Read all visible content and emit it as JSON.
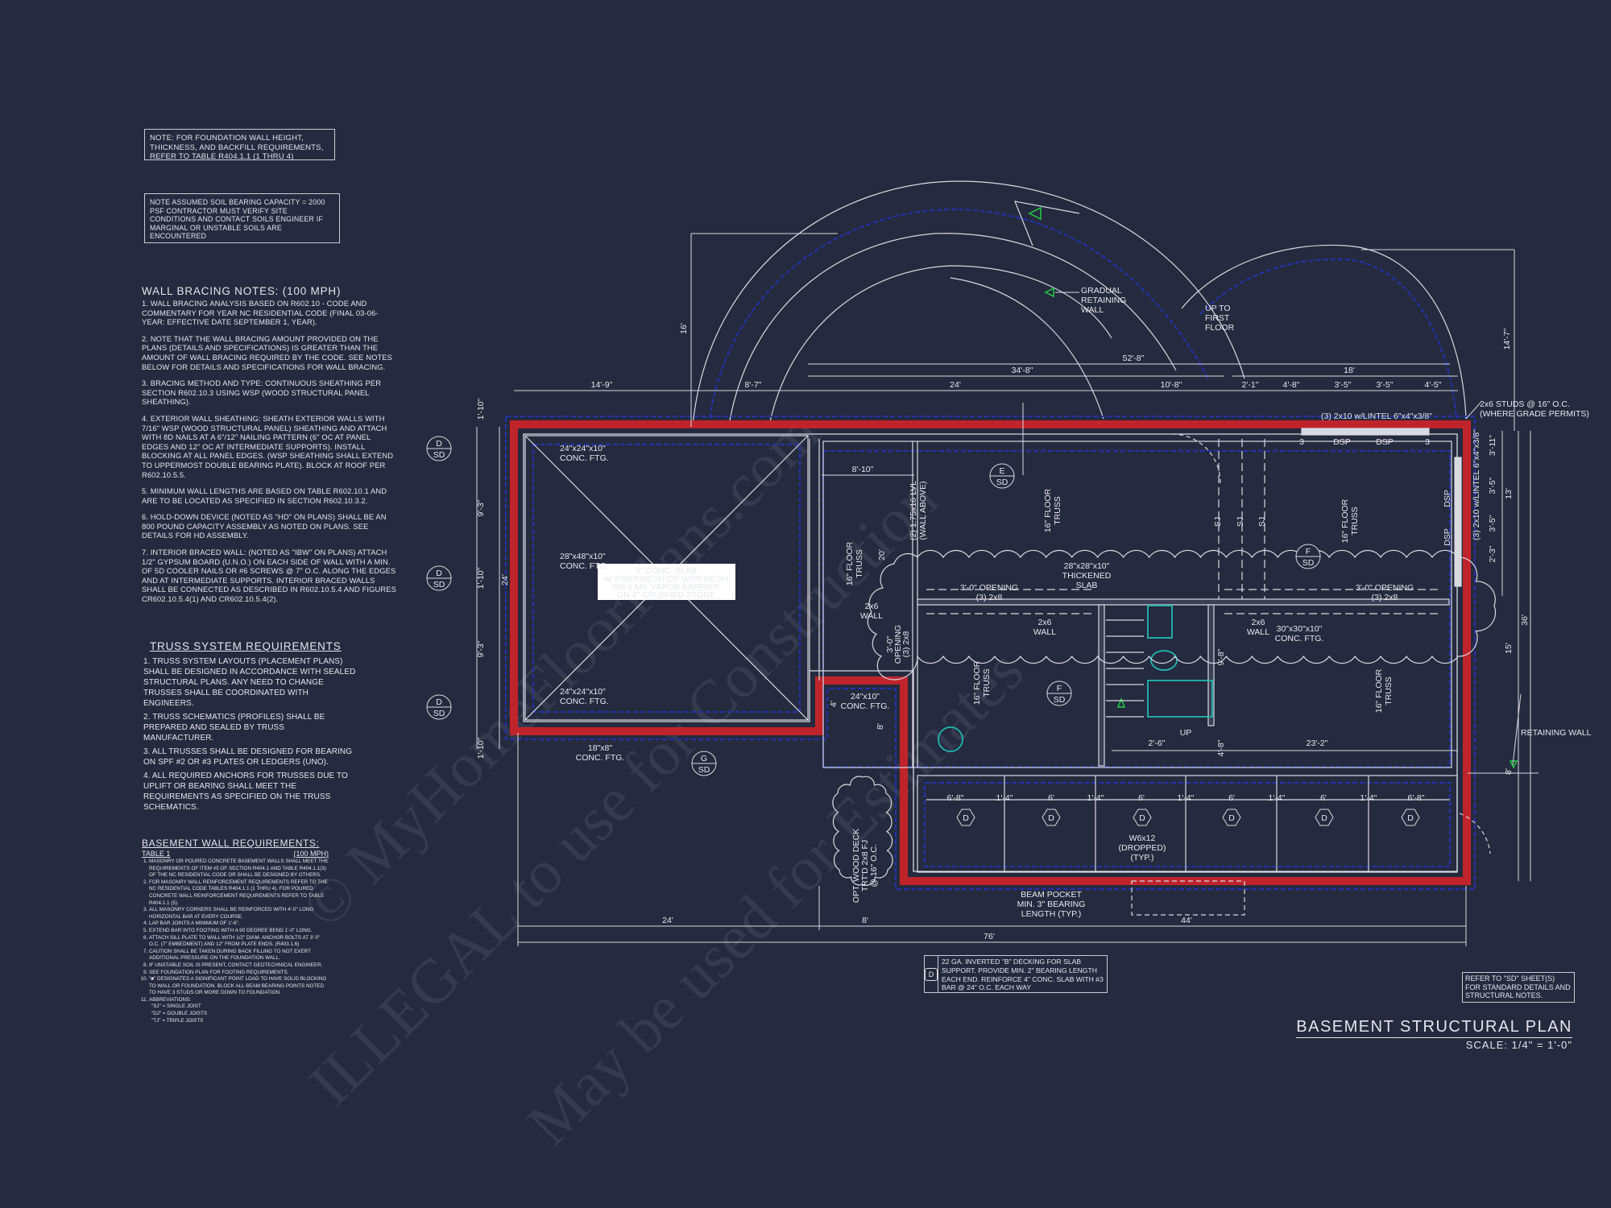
{
  "colors": {
    "background": "#252a3e",
    "walls": "#c0242b",
    "footing_outline": "#2233b0",
    "lines": "#d8dae2",
    "fixtures": "#1fb8b0",
    "arrow": "#22cc44"
  },
  "notes": {
    "foundation_note": "NOTE: FOR FOUNDATION WALL HEIGHT, THICKNESS, AND BACKFILL REQUIREMENTS, REFER TO TABLE R404.1.1 (1 THRU 4)",
    "soil_note": "NOTE ASSUMED SOIL BEARING CAPACITY = 2000 PSF CONTRACTOR MUST VERIFY SITE CONDITIONS AND CONTACT SOILS ENGINEER IF MARGINAL OR UNSTABLE SOILS ARE ENCOUNTERED",
    "wall_bracing": {
      "title": "WALL BRACING NOTES: (100 MPH)",
      "items": [
        "1. WALL BRACING ANALYSIS BASED ON R602.10 - CODE AND COMMENTARY FOR YEAR NC RESIDENTIAL CODE (FINAL 03-06-YEAR: EFFECTIVE DATE SEPTEMBER 1, YEAR).",
        "2. NOTE THAT THE WALL BRACING AMOUNT PROVIDED ON THE PLANS (DETAILS AND SPECIFICATIONS) IS GREATER THAN THE AMOUNT OF WALL BRACING REQUIRED BY THE CODE. SEE NOTES BELOW FOR DETAILS AND SPECIFICATIONS FOR WALL BRACING.",
        "3. BRACING METHOD AND TYPE: CONTINUOUS SHEATHING PER SECTION R602.10.3 USING WSP (WOOD STRUCTURAL PANEL SHEATHING).",
        "4. EXTERIOR WALL SHEATHING: SHEATH EXTERIOR WALLS WITH 7/16\" WSP (WOOD STRUCTURAL PANEL) SHEATHING AND ATTACH WITH 8d NAILS AT A 6\"/12\" NAILING PATTERN (6\" OC AT PANEL EDGES AND 12\" OC AT INTERMEDIATE SUPPORTS). INSTALL BLOCKING AT ALL PANEL EDGES. (WSP SHEATHING SHALL EXTEND TO UPPERMOST DOUBLE BEARING PLATE). BLOCK AT ROOF PER R602.10.5.5.",
        "5. MINIMUM WALL LENGTHS ARE BASED ON TABLE R602.10.1 AND ARE TO BE LOCATED AS SPECIFIED IN SECTION R602.10.3.2.",
        "6. HOLD-DOWN DEVICE (NOTED AS \"HD\" ON PLANS) SHALL BE AN 800 POUND CAPACITY ASSEMBLY AS NOTED ON PLANS. SEE DETAILS FOR HD ASSEMBLY.",
        "7. INTERIOR BRACED WALL: (NOTED AS \"IBW\" ON PLANS) ATTACH 1/2\" GYPSUM BOARD (U.N.O.) ON EACH SIDE OF WALL WITH A MIN. OF 5d COOLER NAILS OR #6 SCREWS @ 7\" O.C. ALONG THE EDGES AND AT INTERMEDIATE SUPPORTS. INTERIOR BRACED WALLS SHALL BE CONNECTED AS DESCRIBED IN R602.10.5.4 AND FIGURES CR602.10.5.4(1) AND CR602.10.5.4(2)."
      ]
    },
    "truss": {
      "title": "TRUSS SYSTEM REQUIREMENTS",
      "items": [
        "1. TRUSS SYSTEM LAYOUTS (PLACEMENT PLANS) SHALL BE DESIGNED IN ACCORDANCE WITH SEALED STRUCTURAL PLANS. ANY NEED TO CHANGE TRUSSES SHALL BE COORDINATED WITH ENGINEERS.",
        "2. TRUSS SCHEMATICS (PROFILES) SHALL BE PREPARED AND SEALED BY TRUSS MANUFACTURER.",
        "3. ALL TRUSSES SHALL BE DESIGNED FOR BEARING ON SPF #2 OR #3 PLATES OR LEDGERS (UNO).",
        "4. ALL REQUIRED ANCHORS FOR TRUSSES DUE TO UPLIFT OR BEARING SHALL MEET THE REQUIREMENTS AS SPECIFIED ON THE TRUSS SCHEMATICS."
      ]
    },
    "basement_wall": {
      "title": "BASEMENT WALL REQUIREMENTS:",
      "table_label": "TABLE 1",
      "wind": "(100 MPH)",
      "items": [
        "MASONRY OR POURED CONCRETE BASEMENT WALLS SHALL MEET THE REQUIREMENTS OF ITEM #5 OF SECTION R404.1 AND TABLE R404.1.1(3) OF THE NC RESIDENTIAL CODE OR SHALL BE DESIGNED BY OTHERS.",
        "FOR MASONRY WALL REINFORCEMENT REQUIREMENTS REFER TO THE NC RESIDENTIAL CODE TABLES R404.1.1 (1 THRU 4). FOR POURED CONCRETE WALL REINFORCEMENT REQUIREMENTS REFER TO TABLE R404.1.1 (5).",
        "ALL MASONRY CORNERS SHALL BE REINFORCED WITH 4'-0\" LONG HORIZONTAL BAR AT EVERY COURSE.",
        "LAP BAR JOINTS A MINIMUM OF 1'-6\".",
        "EXTEND BAR INTO FOOTING WITH A 90 DEGREE BEND 1'-0\" LONG.",
        "ATTACH SILL PLATE TO WALL WITH 1/2\" DIAM. ANCHOR BOLTS AT 3'-0\" O.C. (7\" EMBEDMENT) AND 12\" FROM PLATE ENDS. (R403.1.6)",
        "CAUTION SHALL BE TAKEN DURING BACK FILLING TO NOT EXERT ADDITIONAL PRESSURE ON THE FOUNDATION WALL.",
        "IF UNSTABLE SOIL IS PRESENT, CONTACT GEOTECHNICAL ENGINEER.",
        "SEE FOUNDATION PLAN FOR FOOTING REQUIREMENTS.",
        "\"■\" DESIGNATES A SIGNIFICANT POINT LOAD TO HAVE SOLID BLOCKING TO WALL OR FOUNDATION. BLOCK ALL BEAM BEARING POINTS NOTED TO HAVE 3 STUDS OR MORE DOWN TO FOUNDATION.",
        "ABBREVIATIONS:"
      ],
      "abbreviations": [
        "\"SJ\" = SINGLE JOIST",
        "\"DJ\" = DOUBLE JOISTS",
        "\"TJ\" = TRIPLE JOISTS"
      ]
    }
  },
  "plan": {
    "dims_top": [
      "14'-9\"",
      "8'-7\"",
      "24'",
      "34'-8\"",
      "52'-8\"",
      "18'",
      "10'-8\"",
      "2'-1\"",
      "4'-8\"",
      "3'-5\"",
      "3'-5\"",
      "4'-5\""
    ],
    "dims_vertical": [
      "16'",
      "14'-7\"",
      "1'-10\"",
      "9'-3\"",
      "1'-10\"",
      "9'-3\"",
      "1'-10\"",
      "24'",
      "3'-11\"",
      "3'-5\"",
      "3'-5\"",
      "2'-3\"",
      "13'",
      "15'",
      "36'",
      "8'",
      "20'",
      "4'-8\"",
      "9'-8\"",
      "4'",
      "8'"
    ],
    "dims_bottom": [
      "24'",
      "8'",
      "44'",
      "76'"
    ],
    "dims_interior": [
      "8'-10\"",
      "23'-2\"",
      "2'-6\""
    ],
    "bay_dims": [
      "6'-8\"",
      "1'-4\"",
      "6'",
      "1'-4\"",
      "6'",
      "1'-4\"",
      "6'",
      "1'-4\"",
      "6'",
      "1'-4\"",
      "6'-8\""
    ],
    "deck_symbols": [
      "D",
      "D",
      "D",
      "D",
      "D",
      "D"
    ],
    "section_marks": [
      {
        "top": "D",
        "bottom": "SD"
      },
      {
        "top": "D",
        "bottom": "SD"
      },
      {
        "top": "D",
        "bottom": "SD"
      },
      {
        "top": "E",
        "bottom": "SD"
      },
      {
        "top": "F",
        "bottom": "SD"
      },
      {
        "top": "F",
        "bottom": "SD"
      },
      {
        "top": "G",
        "bottom": "SD"
      }
    ],
    "labels": {
      "ftg_24x24_top": [
        "24\"x24\"x10\"",
        "CONC. FTG."
      ],
      "ftg_28x48": [
        "28\"x48\"x10\"",
        "CONC. FTG."
      ],
      "ftg_24x24_bottom": [
        "24\"x24\"x10\"",
        "CONC. FTG."
      ],
      "ftg_18x8": [
        "18\"x8\"",
        "CONC. FTG."
      ],
      "ftg_24x10": [
        "24\"x10\"",
        "CONC. FTG."
      ],
      "ftg_30x30": [
        "30\"x30\"x10\"",
        "CONC. FTG."
      ],
      "thickened_slab": [
        "28\"x28\"x10\"",
        "THICKENED",
        "SLAB"
      ],
      "gradual_wall": [
        "GRADUAL",
        "RETAINING",
        "WALL"
      ],
      "up_first_floor": [
        "UP TO",
        "FIRST",
        "FLOOR"
      ],
      "lintel_top": "(3) 2x10 w/LINTEL 6\"x4\"x3/8\"",
      "lintel_right": "(3) 2x10 w/LINTEL 6\"x4\"x3/8\"",
      "studs": [
        "2x6 STUDS @ 16\" O.C.",
        "(WHERE GRADE PERMITS)"
      ],
      "post_marks_top": [
        "3",
        "DSP",
        "DSP",
        "3"
      ],
      "post_marks_right": [
        "DSP",
        "DSP"
      ],
      "floor_truss": [
        "16\" FLOOR",
        "TRUSS"
      ],
      "lvl": [
        "(2) 1.75x16 LVL",
        "(WALL ABOVE)"
      ],
      "sj": "SJ",
      "opening_1": [
        "3'-0\" OPENING",
        "(3) 2x8"
      ],
      "opening_2": [
        "3'-0\" OPENING",
        "(3) 2x8"
      ],
      "opening_v": [
        "3'-0\"",
        "OPENING",
        "(3) 2x8"
      ],
      "wall_2x6": [
        "2x6",
        "WALL"
      ],
      "up": "UP",
      "beam": [
        "W6x12",
        "(DROPPED)",
        "(TYP.)"
      ],
      "beam_pocket": [
        "BEAM POCKET",
        "MIN. 3\" BEARING",
        "LENGTH (TYP.)"
      ],
      "deck": [
        "OPT. WOOD DECK",
        "TRT'D 2x8 FJ",
        "@ 16\" O.C."
      ],
      "retaining_wall": "RETAINING WALL",
      "slab_note": [
        "4\" CONC. SLAB",
        "w/ FIBERMESH OR WIREMESH",
        "ON 6 MIL VAPOR BARRIER",
        "ON 4\" CRUSHED STONE"
      ]
    }
  },
  "legend": {
    "symbol": "D",
    "text": "22 GA. INVERTED \"B\" DECKING FOR SLAB SUPPORT. PROVIDE MIN. 2\" BEARING LENGTH EACH END. REINFORCE 4\" CONC. SLAB WITH #3 BAR @ 24\" O.C. EACH WAY"
  },
  "refer_note": "REFER TO \"SD\" SHEET(S) FOR STANDARD DETAILS AND STRUCTURAL NOTES.",
  "title": "BASEMENT STRUCTURAL PLAN",
  "scale": "SCALE: 1/4\" = 1'-0\"",
  "watermark": [
    "© MyHomeFloorPlans.com",
    "ILLEGAL to use for Construction",
    "May be used for Estimates"
  ]
}
